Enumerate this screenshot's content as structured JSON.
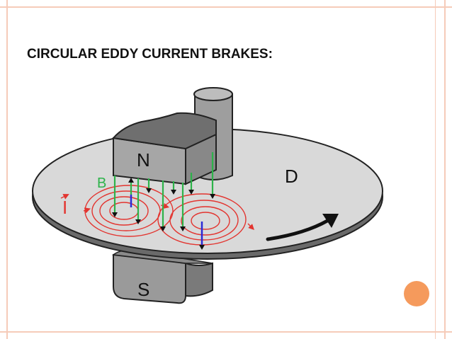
{
  "slide": {
    "title": "CIRCULAR EDDY CURRENT BRAKES:"
  },
  "diagram": {
    "labels": {
      "north_pole": "N",
      "south_pole": "S",
      "disc": "D",
      "field": "B",
      "current": "I"
    },
    "colors": {
      "field_lines": "#2db34a",
      "eddy_currents": "#e3342f",
      "disc_fill": "#d9d9d9",
      "magnet_fill": "#a6a6a6",
      "induced_field": "#2a2ad6",
      "accent": "#f59a5c",
      "frame": "#f6cbb9"
    }
  }
}
